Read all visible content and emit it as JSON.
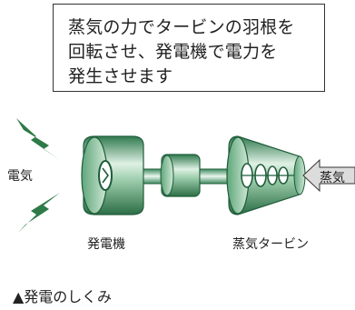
{
  "callout": {
    "lines": [
      "蒸気の力でタービンの羽根を",
      "回転させ、発電機で電力を",
      "発生させます"
    ]
  },
  "labels": {
    "electricity": "電気",
    "generator": "発電機",
    "turbine": "蒸気タービン",
    "steam": "蒸気"
  },
  "caption": "▲発電のしくみ",
  "colors": {
    "machine_green": "#3f8a5f",
    "dark_green": "#1f5c3a",
    "bolt_green": "#2e7a48",
    "steam_grey": "#dcdcdc"
  }
}
